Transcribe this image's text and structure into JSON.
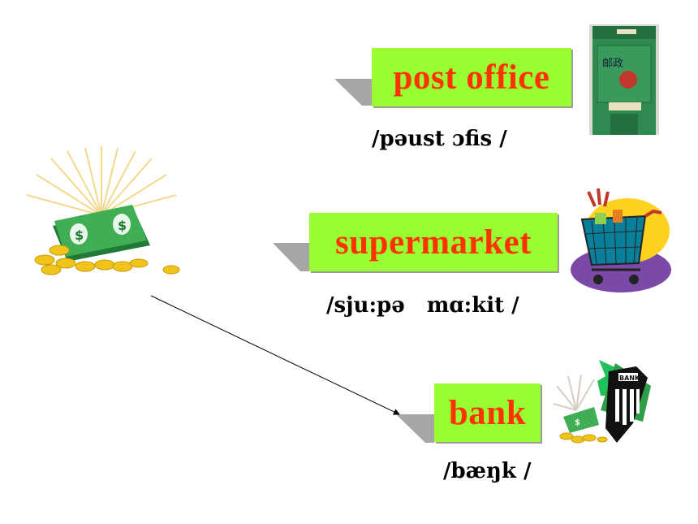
{
  "slide": {
    "words": [
      {
        "id": "post-office",
        "label": "post office",
        "phonetic": "/pəust ɔfis /"
      },
      {
        "id": "supermarket",
        "label": "supermarket",
        "phonetic": "/sju:pə   mɑ:kit /"
      },
      {
        "id": "bank",
        "label": "bank",
        "phonetic": "/bæŋk /"
      }
    ],
    "mailbox_text": "邮政",
    "bank_sign_text": "BANK"
  },
  "colors": {
    "label_bg": "#99ff33",
    "label_text": "#ff3300",
    "shadow": "#a6a6a6",
    "money_green": "#2f9e47",
    "coin_gold": "#f0c419",
    "mailbox_green": "#2f8a4f"
  }
}
